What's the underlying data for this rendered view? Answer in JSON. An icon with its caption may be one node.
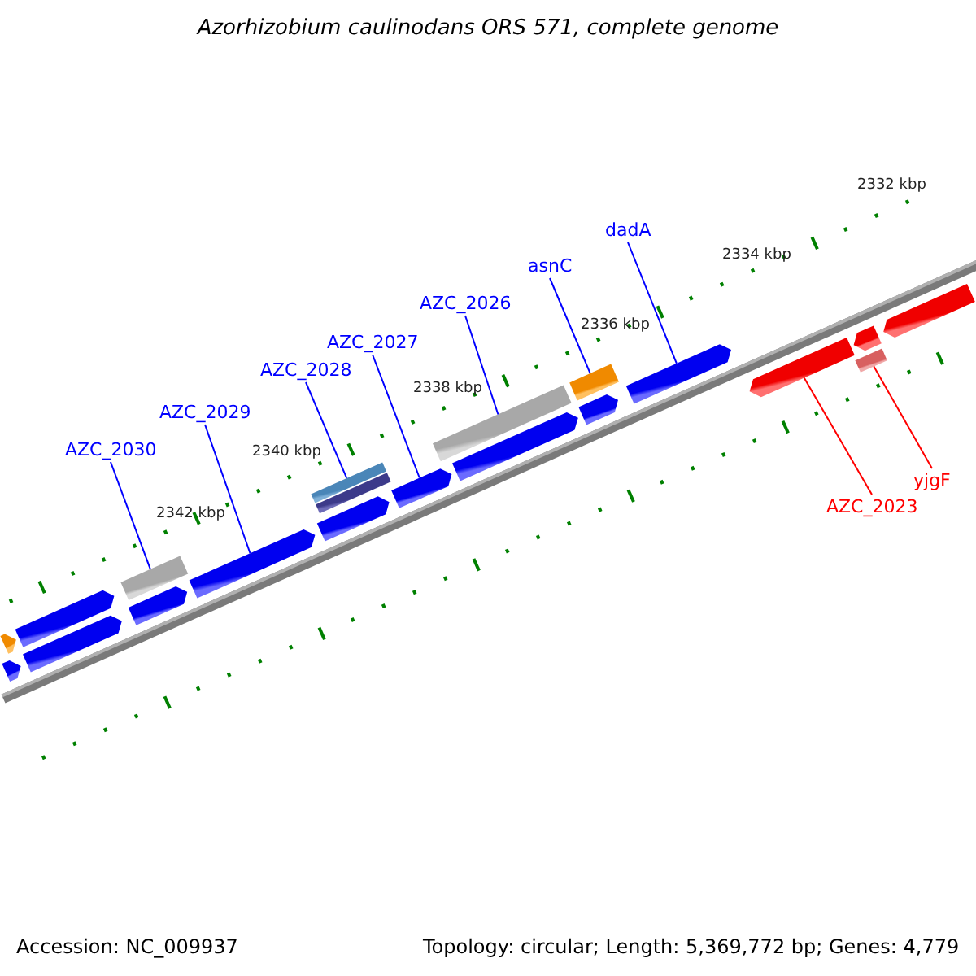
{
  "diagram": {
    "title": "Azorhizobium caulinodans ORS 571, complete genome",
    "nodes": [
      {
        "text": [
          "AZC_2030"
        ]
      },
      {
        "text": [
          "AZC_2029"
        ]
      },
      {
        "text": [
          "AZC_2028"
        ]
      },
      {
        "text": [
          "AZC_2027"
        ]
      },
      {
        "text": [
          "AZC_2026"
        ]
      },
      {
        "text": [
          "asnC"
        ]
      },
      {
        "text": [
          "dadA"
        ]
      },
      {
        "text": [
          "AZC_2023"
        ]
      },
      {
        "text": [
          "yjgF"
        ]
      },
      {
        "text": [],
        "shape": "arrow"
      },
      {
        "text": [],
        "shape": "arrow"
      },
      {
        "text": [],
        "shape": "arrow"
      },
      {
        "text": [],
        "shape": "arrow"
      },
      {
        "text": [],
        "shape": "arrow"
      },
      {
        "text": [],
        "shape": "box"
      },
      {
        "text": [],
        "shape": "arrow"
      },
      {
        "text": [],
        "shape": "arrow"
      },
      {
        "text": [],
        "shape": "box"
      },
      {
        "text": [],
        "shape": "box"
      },
      {
        "text": [],
        "shape": "arrow"
      },
      {
        "text": [],
        "shape": "box"
      },
      {
        "text": [],
        "shape": "arrow"
      },
      {
        "text": [],
        "shape": "arrow"
      },
      {
        "text": [],
        "shape": "box"
      },
      {
        "text": [],
        "shape": "arrow"
      },
      {
        "text": [],
        "shape": "arrow"
      },
      {
        "text": [],
        "shape": "box"
      },
      {
        "text": [],
        "shape": "arrow"
      },
      {
        "text": [],
        "shape": "arrow"
      }
    ],
    "edges": [
      {
        "from": 0,
        "to": 14,
        "arrow": "none"
      },
      {
        "from": 1,
        "to": 15,
        "arrow": "none"
      },
      {
        "from": 2,
        "to": 17,
        "arrow": "none"
      },
      {
        "from": 3,
        "to": 19,
        "arrow": "none"
      },
      {
        "from": 4,
        "to": 20,
        "arrow": "none"
      },
      {
        "from": 5,
        "to": 23,
        "arrow": "none"
      },
      {
        "from": 6,
        "to": 24,
        "arrow": "none"
      },
      {
        "from": 7,
        "to": 25,
        "arrow": "none",
        "color": "#ff0000"
      },
      {
        "from": 8,
        "to": 26,
        "arrow": "none",
        "color": "#ff0000"
      }
    ],
    "labels": [
      "2332 kbp",
      "2334 kbp",
      "2336 kbp",
      "2338 kbp",
      "2340 kbp",
      "2342 kbp",
      "Accession: NC_009937",
      "Topology: circular; Length: 5,369,772 bp; Genes: 4,779"
    ]
  }
}
